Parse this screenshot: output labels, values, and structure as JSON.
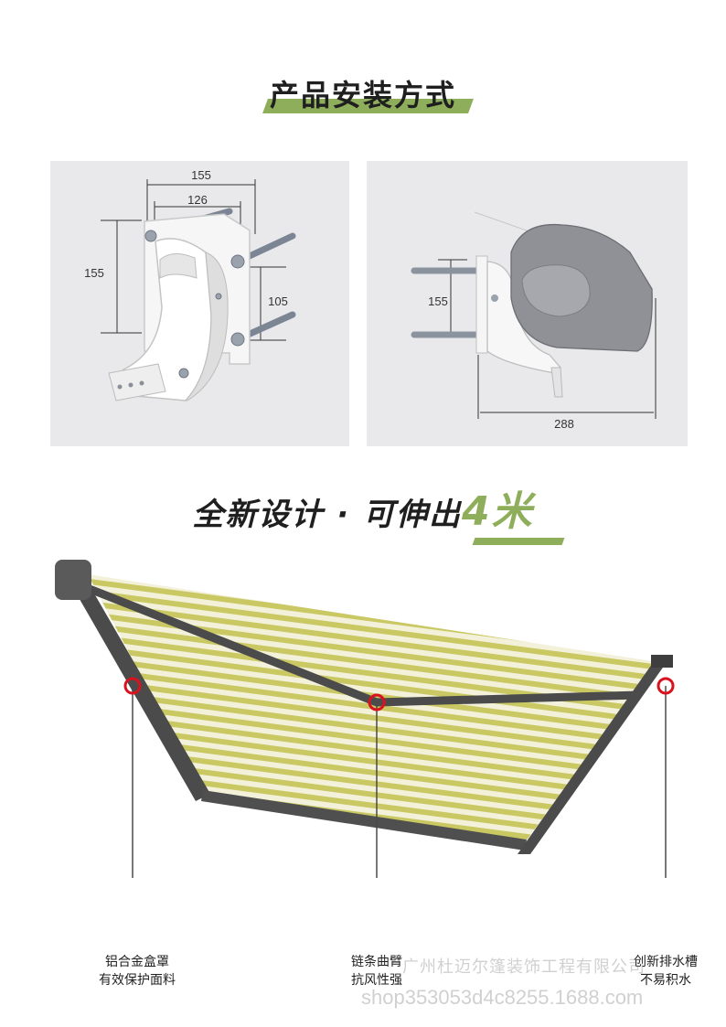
{
  "section1": {
    "title": "产品安装方式"
  },
  "diagram_left": {
    "dims": {
      "width_outer": "155",
      "width_inner": "126",
      "height": "155",
      "bolt_spacing": "105"
    }
  },
  "diagram_right": {
    "dims": {
      "height": "155",
      "depth": "288"
    }
  },
  "section2": {
    "title_main": "全新设计 · 可伸出",
    "title_accent": "4米"
  },
  "colors": {
    "accent_green": "#8fae5b",
    "stripe_yellow": "#c9c863",
    "frame_gray": "#4b4b4b",
    "marker_red": "#d8121f"
  },
  "callouts": {
    "left": {
      "line1": "铝合金盒罩",
      "line2": "有效保护面料"
    },
    "middle": {
      "line1": "链条曲臂",
      "line2": "抗风性强"
    },
    "right": {
      "line1": "创新排水槽",
      "line2": "不易积水"
    }
  },
  "watermark": {
    "company": "广州杜迈尔篷装饰工程有限公司",
    "shop": "shop353053d4c8255.1688.com"
  }
}
